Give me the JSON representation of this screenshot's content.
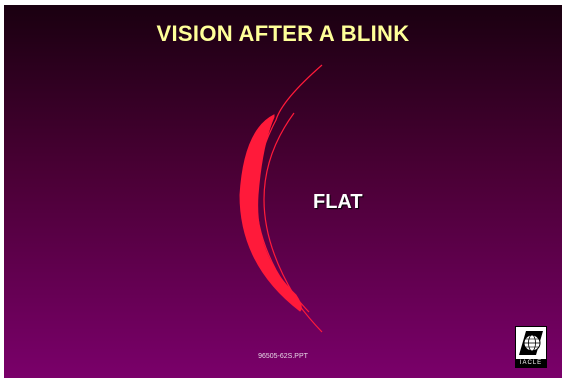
{
  "slide": {
    "title": "VISION AFTER A BLINK",
    "label": "FLAT",
    "footer": "96505-62S.PPT",
    "logo_text": "IACLE"
  },
  "colors": {
    "background_top": "#1a0010",
    "background_bottom": "#7a006a",
    "title": "#ffff99",
    "lens": "#ff1a3a",
    "label": "#ffffff"
  }
}
